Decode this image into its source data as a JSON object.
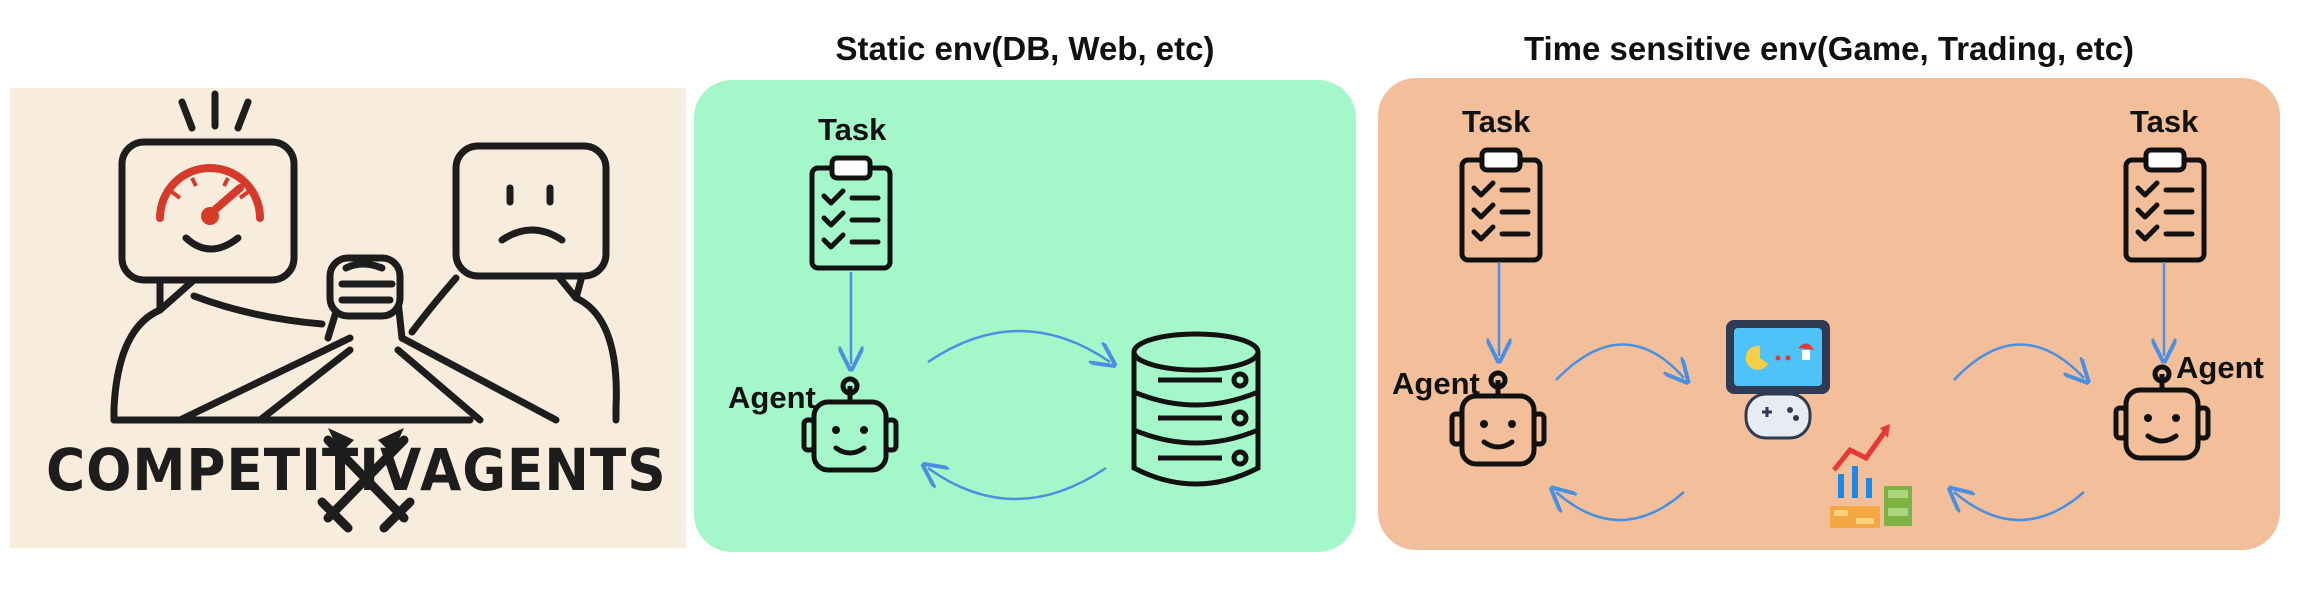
{
  "logo": {
    "text_left": "COMPETITIV",
    "text_right": "AGENTS"
  },
  "static_env": {
    "title": "Static env(DB, Web, etc)",
    "task_label": "Task",
    "agent_label": "Agent"
  },
  "time_env": {
    "title": "Time sensitive env(Game, Trading, etc)",
    "left_task_label": "Task",
    "left_agent_label": "Agent",
    "right_task_label": "Task",
    "right_agent_label": "Agent"
  },
  "colors": {
    "static_bg": "#a4f7c8",
    "time_bg": "#f3bf9a",
    "logo_bg": "#f8ecdc",
    "arrow": "#4a90e2",
    "gauge": "#d63a2a"
  },
  "icons": [
    "competing-agents-logo",
    "clipboard-icon",
    "robot-icon",
    "database-icon",
    "game-screen-icon",
    "trading-chart-icon",
    "swords-icon"
  ]
}
